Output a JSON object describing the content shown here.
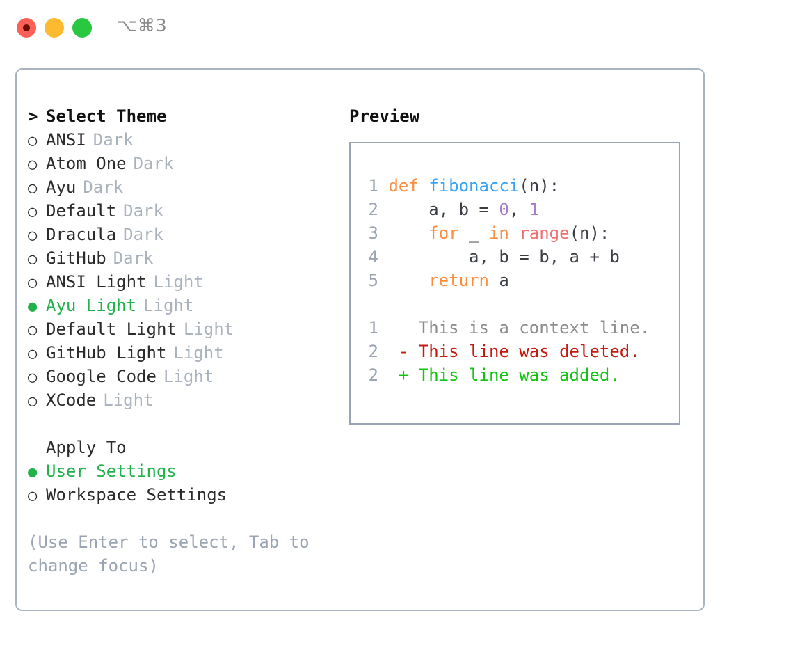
{
  "titlebar": {
    "shortcut": "⌥⌘3",
    "buttons": {
      "close": "close-window",
      "minimize": "minimize-window",
      "maximize": "maximize-window"
    }
  },
  "theme_list": {
    "header_marker": ">",
    "header_label": "Select Theme",
    "items": [
      {
        "marker": "○",
        "label": "ANSI",
        "tag": "Dark",
        "selected": false
      },
      {
        "marker": "○",
        "label": "Atom One",
        "tag": "Dark",
        "selected": false
      },
      {
        "marker": "○",
        "label": "Ayu",
        "tag": "Dark",
        "selected": false
      },
      {
        "marker": "○",
        "label": "Default",
        "tag": "Dark",
        "selected": false
      },
      {
        "marker": "○",
        "label": "Dracula",
        "tag": "Dark",
        "selected": false
      },
      {
        "marker": "○",
        "label": "GitHub",
        "tag": "Dark",
        "selected": false
      },
      {
        "marker": "○",
        "label": "ANSI Light",
        "tag": "Light",
        "selected": false
      },
      {
        "marker": "●",
        "label": "Ayu Light",
        "tag": "Light",
        "selected": true
      },
      {
        "marker": "○",
        "label": "Default Light",
        "tag": "Light",
        "selected": false
      },
      {
        "marker": "○",
        "label": "GitHub Light",
        "tag": "Light",
        "selected": false
      },
      {
        "marker": "○",
        "label": "Google Code",
        "tag": "Light",
        "selected": false
      },
      {
        "marker": "○",
        "label": "XCode",
        "tag": "Light",
        "selected": false
      }
    ]
  },
  "apply_to": {
    "header_label": "Apply To",
    "items": [
      {
        "marker": "●",
        "label": "User Settings",
        "selected": true
      },
      {
        "marker": "○",
        "label": "Workspace Settings",
        "selected": false
      }
    ]
  },
  "hint": "(Use Enter to select, Tab to change focus)",
  "preview": {
    "title": "Preview",
    "code": [
      {
        "lineno": "1",
        "indent": " ",
        "tokens": [
          {
            "t": "def ",
            "c": "kw"
          },
          {
            "t": "fibonacci",
            "c": "fn"
          },
          {
            "t": "(n):",
            "c": "pl"
          }
        ]
      },
      {
        "lineno": "2",
        "indent": " ",
        "tokens": [
          {
            "t": "    a, b = ",
            "c": "pl"
          },
          {
            "t": "0",
            "c": "num"
          },
          {
            "t": ", ",
            "c": "pl"
          },
          {
            "t": "1",
            "c": "num"
          }
        ]
      },
      {
        "lineno": "3",
        "indent": " ",
        "tokens": [
          {
            "t": "    ",
            "c": "pl"
          },
          {
            "t": "for",
            "c": "kw"
          },
          {
            "t": " _ ",
            "c": "pl"
          },
          {
            "t": "in",
            "c": "kw"
          },
          {
            "t": " ",
            "c": "pl"
          },
          {
            "t": "range",
            "c": "bi"
          },
          {
            "t": "(n):",
            "c": "pl"
          }
        ]
      },
      {
        "lineno": "4",
        "indent": " ",
        "tokens": [
          {
            "t": "        a, b = b, a + b",
            "c": "pl"
          }
        ]
      },
      {
        "lineno": "5",
        "indent": " ",
        "tokens": [
          {
            "t": "    ",
            "c": "pl"
          },
          {
            "t": "return",
            "c": "kw"
          },
          {
            "t": " a",
            "c": "pl"
          }
        ]
      }
    ],
    "diff": [
      {
        "lineno": "1",
        "sign": " ",
        "text": " This is a context line.",
        "c": "ctx"
      },
      {
        "lineno": "2",
        "sign": "-",
        "text": " This line was deleted.",
        "c": "del"
      },
      {
        "lineno": "2",
        "sign": "+",
        "text": " This line was added.",
        "c": "add"
      }
    ]
  },
  "colors": {
    "accent_green": "#22b24c",
    "panel_border": "#aab4c1",
    "preview_border": "#98a4b3",
    "muted_text": "#aab2bd",
    "hint_text": "#9aa4b2",
    "keyword": "#fa8d3e",
    "function": "#36a3f7",
    "number": "#a37acc",
    "builtin": "#f07171",
    "plain": "#3b3f45",
    "diff_add": "#10c410",
    "diff_del": "#c41a0f",
    "diff_ctx": "#8c8c8c",
    "traffic_close": "#fc6058",
    "traffic_min": "#fcbb2f",
    "traffic_max": "#28c840"
  }
}
